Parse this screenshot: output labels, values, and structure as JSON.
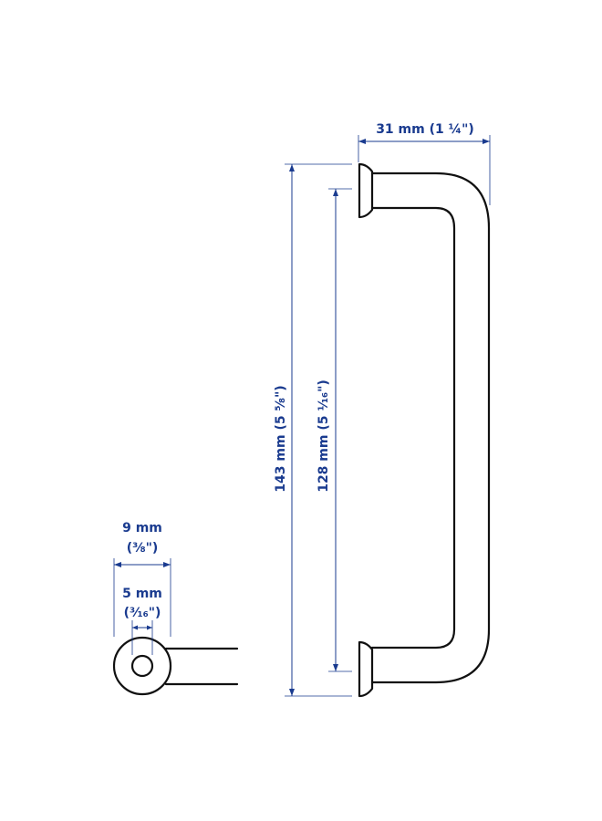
{
  "dimensions": {
    "width_top": "31 mm (1 ¼\")",
    "total_length": "143 mm (5 ⅝\")",
    "hole_spacing": "128 mm (5 ¹⁄₁₆\")",
    "outer_diameter_mm": "9 mm",
    "outer_diameter_in": "(⅜\")",
    "inner_diameter_mm": "5 mm",
    "inner_diameter_in": "(³⁄₁₆\")"
  },
  "colors": {
    "dimension": "#1a3b8f",
    "outline": "#111111"
  }
}
